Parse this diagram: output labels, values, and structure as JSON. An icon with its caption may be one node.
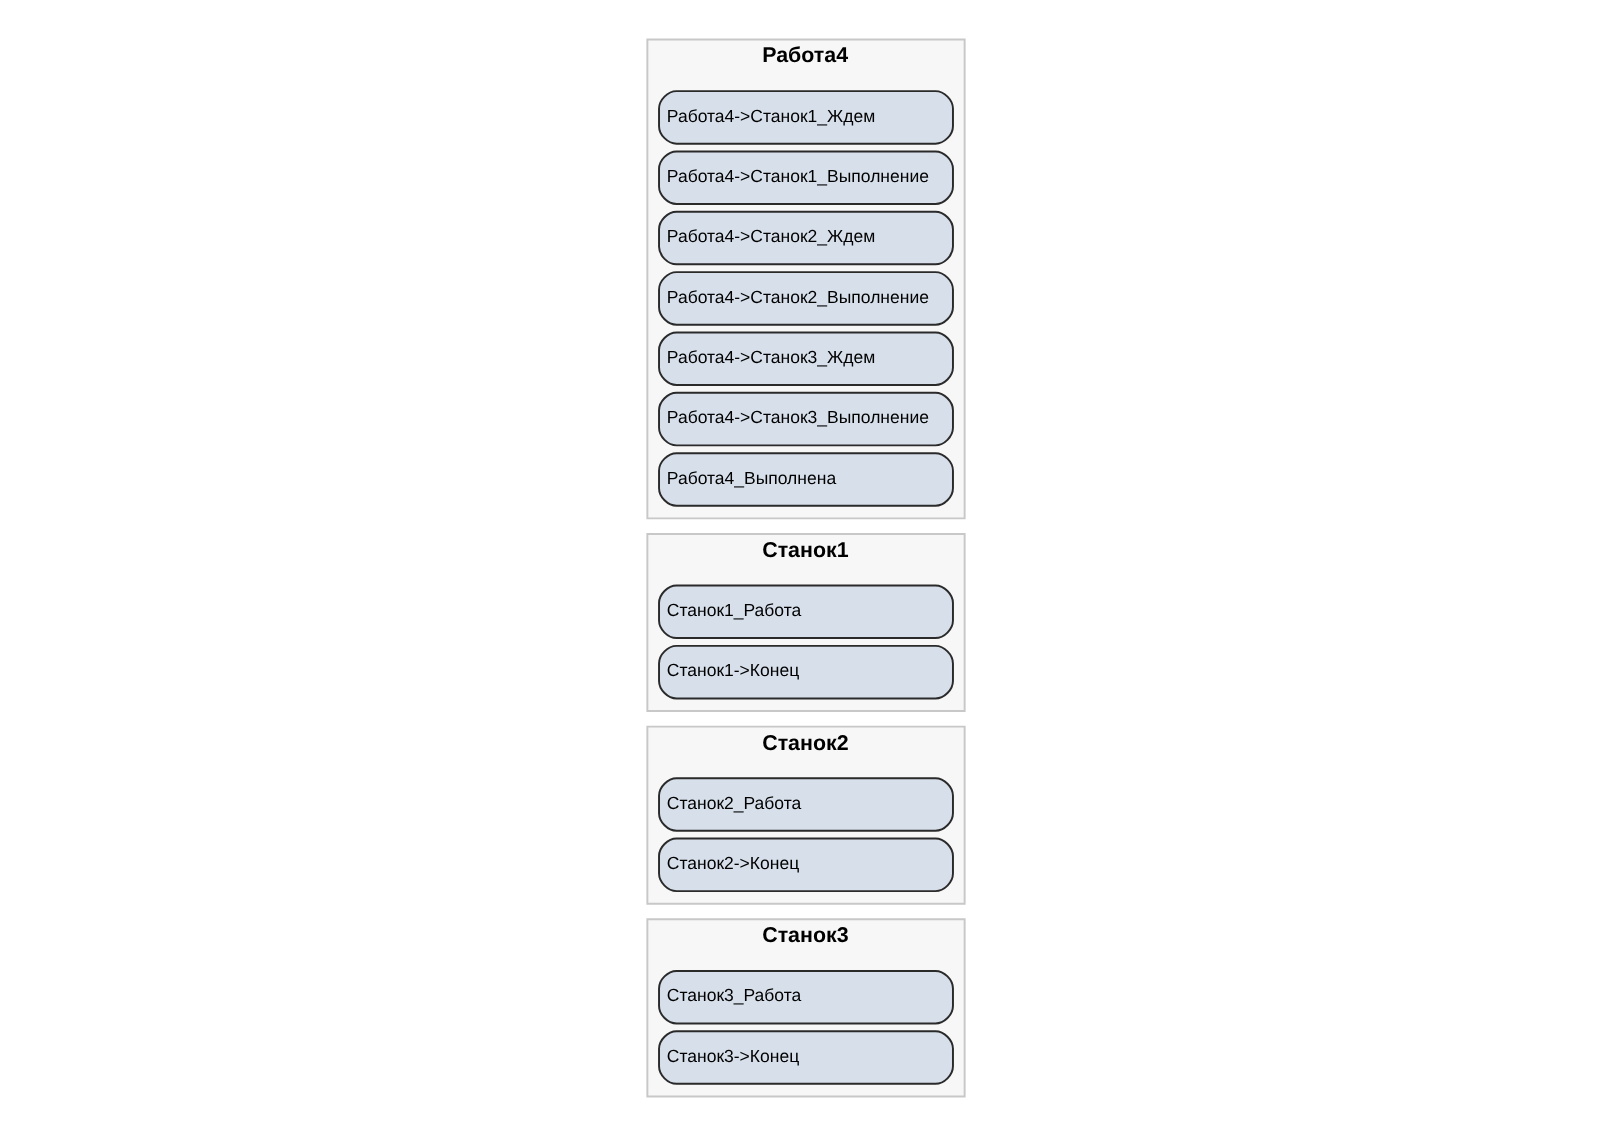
{
  "diagram": {
    "nodes": [
      {
        "text": [
          "Работа4"
        ]
      },
      {
        "text": [
          "Работа4->Станок1_Ждем"
        ],
        "in": 0
      },
      {
        "text": [
          "Работа4->Станок1_Выполнение"
        ],
        "in": 0
      },
      {
        "text": [
          "Работа4->Станок2_Ждем"
        ],
        "in": 0
      },
      {
        "text": [
          "Работа4->Станок2_Выполнение"
        ],
        "in": 0
      },
      {
        "text": [
          "Работа4->Станок3_Ждем"
        ],
        "in": 0
      },
      {
        "text": [
          "Работа4->Станок3_Выполнение"
        ],
        "in": 0
      },
      {
        "text": [
          "Работа4_Выполнена"
        ],
        "in": 0
      },
      {
        "text": [
          "Станок1"
        ]
      },
      {
        "text": [
          "Станок1_Работа"
        ],
        "in": 8
      },
      {
        "text": [
          "Станок1->Конец"
        ],
        "in": 8
      },
      {
        "text": [
          "Станок2"
        ]
      },
      {
        "text": [
          "Станок2_Работа"
        ],
        "in": 11
      },
      {
        "text": [
          "Станок2->Конец"
        ],
        "in": 11
      },
      {
        "text": [
          "Станок3"
        ]
      },
      {
        "text": [
          "Станок3_Работа"
        ],
        "in": 14
      },
      {
        "text": [
          "Станок3->Конец"
        ],
        "in": 14
      }
    ],
    "edges": []
  }
}
